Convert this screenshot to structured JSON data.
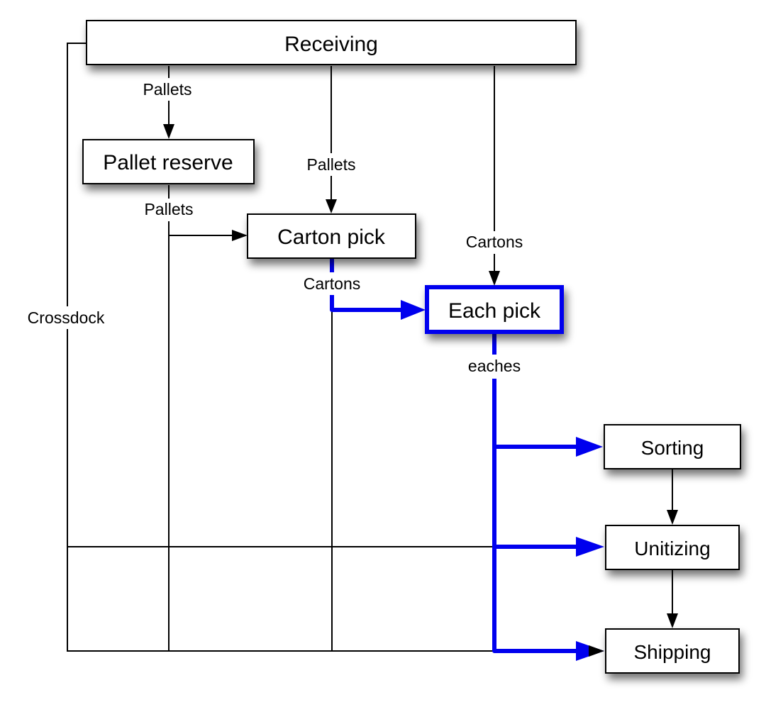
{
  "diagram": {
    "colors": {
      "line": "#000000",
      "highlight": "#0000ee",
      "node_fill": "#ffffff"
    },
    "nodes": [
      {
        "id": "receiving",
        "label": "Receiving",
        "highlighted": false
      },
      {
        "id": "pallet_reserve",
        "label": "Pallet reserve",
        "highlighted": false
      },
      {
        "id": "carton_pick",
        "label": "Carton pick",
        "highlighted": false
      },
      {
        "id": "each_pick",
        "label": "Each pick",
        "highlighted": true
      },
      {
        "id": "sorting",
        "label": "Sorting",
        "highlighted": false
      },
      {
        "id": "unitizing",
        "label": "Unitizing",
        "highlighted": false
      },
      {
        "id": "shipping",
        "label": "Shipping",
        "highlighted": false
      }
    ],
    "edges": [
      {
        "from": "receiving",
        "to": "pallet_reserve",
        "label": "Pallets",
        "highlighted": false
      },
      {
        "from": "receiving",
        "to": "carton_pick",
        "label": "Pallets",
        "highlighted": false
      },
      {
        "from": "receiving",
        "to": "each_pick",
        "label": "Cartons",
        "highlighted": false
      },
      {
        "from": "receiving",
        "to": "unitizing",
        "label": "Crossdock",
        "highlighted": false
      },
      {
        "from": "receiving",
        "to": "shipping",
        "label": "Crossdock",
        "highlighted": false
      },
      {
        "from": "pallet_reserve",
        "to": "carton_pick",
        "label": "Pallets",
        "highlighted": false
      },
      {
        "from": "pallet_reserve",
        "to": "shipping",
        "label": "Pallets",
        "highlighted": false
      },
      {
        "from": "carton_pick",
        "to": "each_pick",
        "label": "Cartons",
        "highlighted": true
      },
      {
        "from": "carton_pick",
        "to": "shipping",
        "label": "Cartons",
        "highlighted": false
      },
      {
        "from": "each_pick",
        "to": "sorting",
        "label": "eaches",
        "highlighted": true
      },
      {
        "from": "each_pick",
        "to": "unitizing",
        "label": "eaches",
        "highlighted": true
      },
      {
        "from": "each_pick",
        "to": "shipping",
        "label": "eaches",
        "highlighted": true
      },
      {
        "from": "sorting",
        "to": "unitizing",
        "label": "",
        "highlighted": false
      },
      {
        "from": "unitizing",
        "to": "shipping",
        "label": "",
        "highlighted": false
      }
    ],
    "labels": {
      "receiving_pallets": "Pallets",
      "receiving_to_carton_pallets": "Pallets",
      "reserve_pallets": "Pallets",
      "receiving_cartons": "Cartons",
      "carton_cartons": "Cartons",
      "eaches": "eaches",
      "crossdock": "Crossdock"
    }
  }
}
